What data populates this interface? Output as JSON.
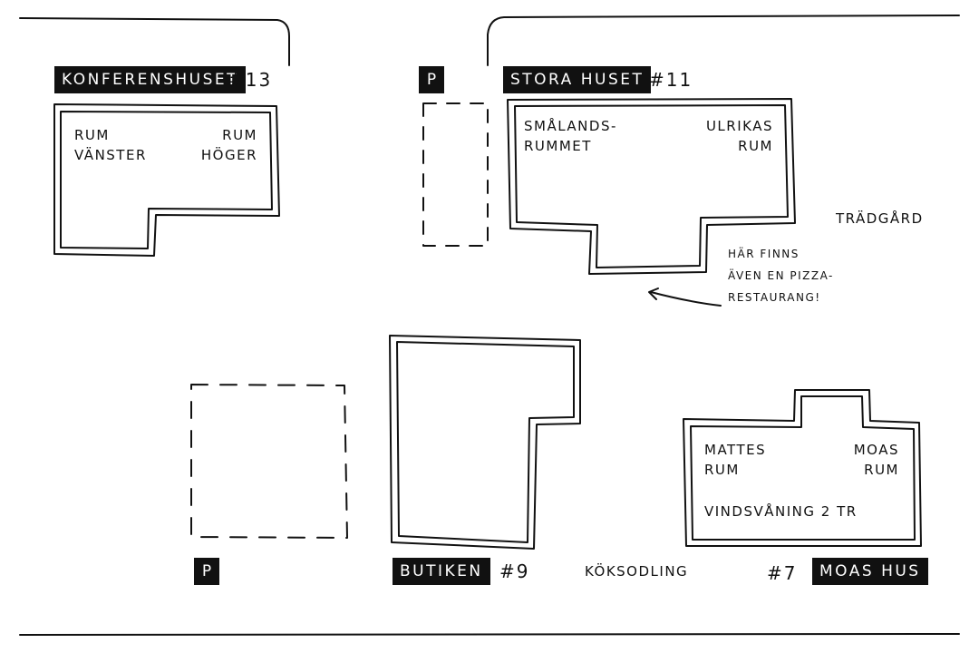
{
  "buildings": {
    "konferenshuset": {
      "name": "KONFERENSHUSET",
      "number": "#13",
      "rooms": {
        "left_line1": "RUM",
        "left_line2": "VÄNSTER",
        "right_line1": "RUM",
        "right_line2": "HÖGER"
      }
    },
    "stora_huset": {
      "name": "STORA HUSET",
      "number": "#11",
      "rooms": {
        "left_line1": "SMÅLANDS-",
        "left_line2": "RUMMET",
        "right_line1": "ULRIKAS",
        "right_line2": "RUM"
      }
    },
    "butiken": {
      "name": "BUTIKEN",
      "number": "#9"
    },
    "moas_hus": {
      "name": "MOAS HUS",
      "number": "#7",
      "rooms": {
        "left_line1": "MATTES",
        "left_line2": "RUM",
        "right_line1": "MOAS",
        "right_line2": "RUM",
        "attic": "VINDSVÅNING 2 TR"
      }
    }
  },
  "parking": {
    "label_top": "P",
    "label_bottom": "P"
  },
  "areas": {
    "garden": "TRÄDGÅRD",
    "kitchen_garden": "KÖKSODLING"
  },
  "note": {
    "line1": "HÄR FINNS",
    "line2": "ÄVEN EN PIZZA-",
    "line3": "RESTAURANG!"
  },
  "colors": {
    "ink": "#111111",
    "paper": "#ffffff"
  }
}
